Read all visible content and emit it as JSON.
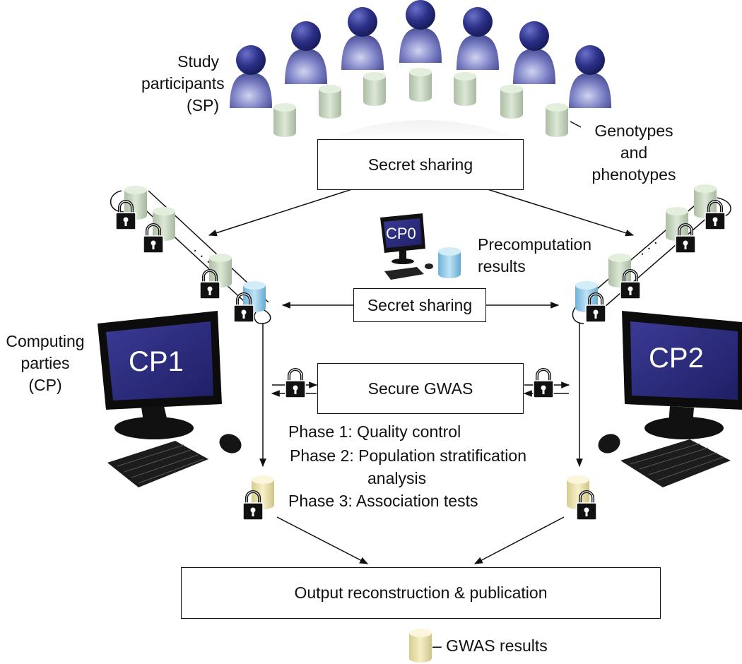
{
  "labels": {
    "study_participants": [
      "Study",
      "participants",
      "(SP)"
    ],
    "genotypes_phenotypes": [
      "Genotypes",
      "and",
      "phenotypes"
    ],
    "precomputation_results": [
      "Precomputation",
      "results"
    ],
    "computing_parties": [
      "Computing",
      "parties",
      "(CP)"
    ],
    "gwas_results": "– GWAS results",
    "ellipsis": "· · ·"
  },
  "boxes": {
    "secret_sharing_top": "Secret sharing",
    "secret_sharing_middle": "Secret sharing",
    "secure_gwas": "Secure GWAS",
    "output": "Output reconstruction & publication"
  },
  "phases": {
    "phase1": "Phase 1: Quality control",
    "phase2_line1": "Phase 2: Population stratification",
    "phase2_line2": "analysis",
    "phase3": "Phase 3: Association tests"
  },
  "computers": {
    "cp0": "CP0",
    "cp1": "CP1",
    "cp2": "CP2"
  },
  "colors": {
    "person": "#2b2f7f",
    "person_highlight": "#b7bbe6",
    "data_cylinder": "#c9d9c2",
    "data_cylinder_top": "#e2ecd9",
    "precomp_cylinder": "#8cc7e6",
    "gwas_cylinder": "#ece3a8",
    "screen": "#2a2a7a",
    "lock": "#111111"
  }
}
